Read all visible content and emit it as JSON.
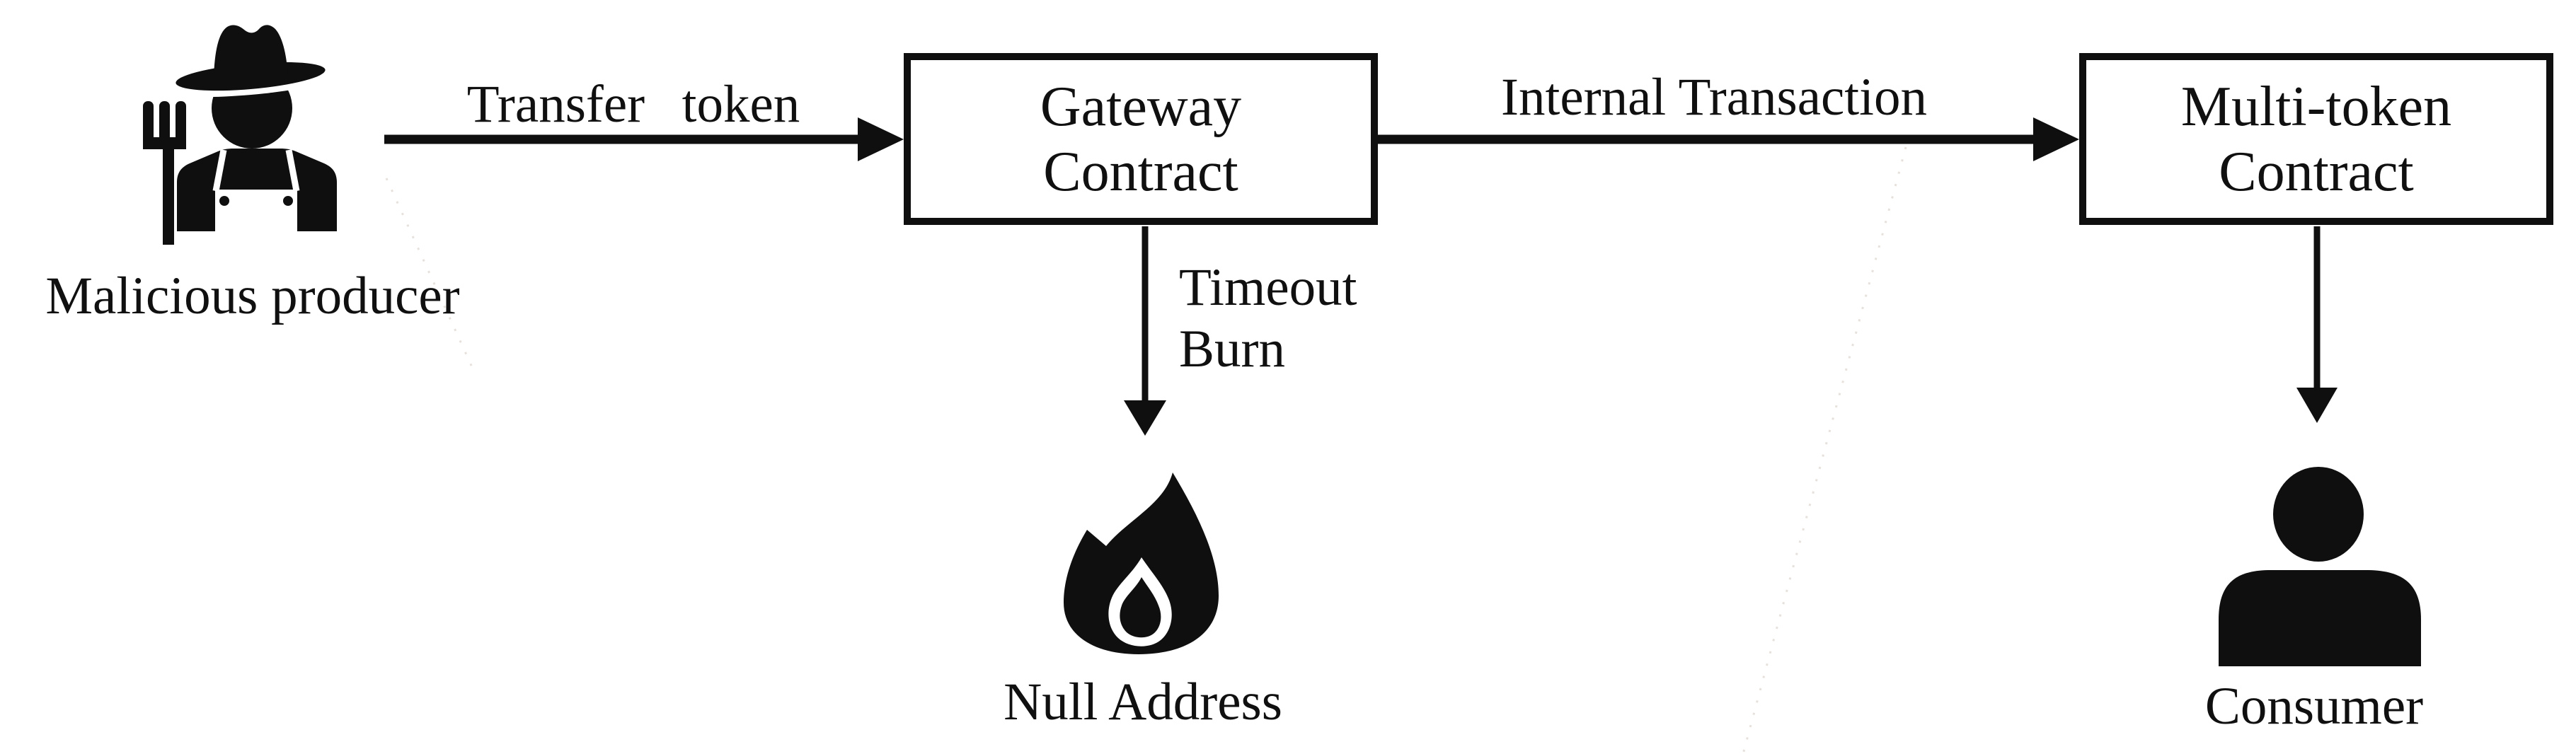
{
  "diagram": {
    "background_color": "#ffffff",
    "ink_color": "#0f0f0f",
    "nodes": {
      "producer": {
        "label": "Malicious producer",
        "icon": "farmer-icon"
      },
      "gateway": {
        "lines": [
          "Gateway",
          "Contract"
        ]
      },
      "multi_token": {
        "lines": [
          "Multi-token",
          "Contract"
        ]
      },
      "null_address": {
        "label": "Null Address",
        "icon": "fire-icon"
      },
      "consumer": {
        "label": "Consumer",
        "icon": "person-icon"
      }
    },
    "edges": {
      "transfer": {
        "label": "Transfer token",
        "from": "producer",
        "to": "gateway"
      },
      "internal": {
        "label": "Internal Transaction",
        "from": "gateway",
        "to": "multi_token"
      },
      "timeout_burn": {
        "label_lines": [
          "Timeout",
          "Burn"
        ],
        "from": "gateway",
        "to": "null_address"
      },
      "deliver": {
        "label": "",
        "from": "multi_token",
        "to": "consumer"
      }
    }
  }
}
